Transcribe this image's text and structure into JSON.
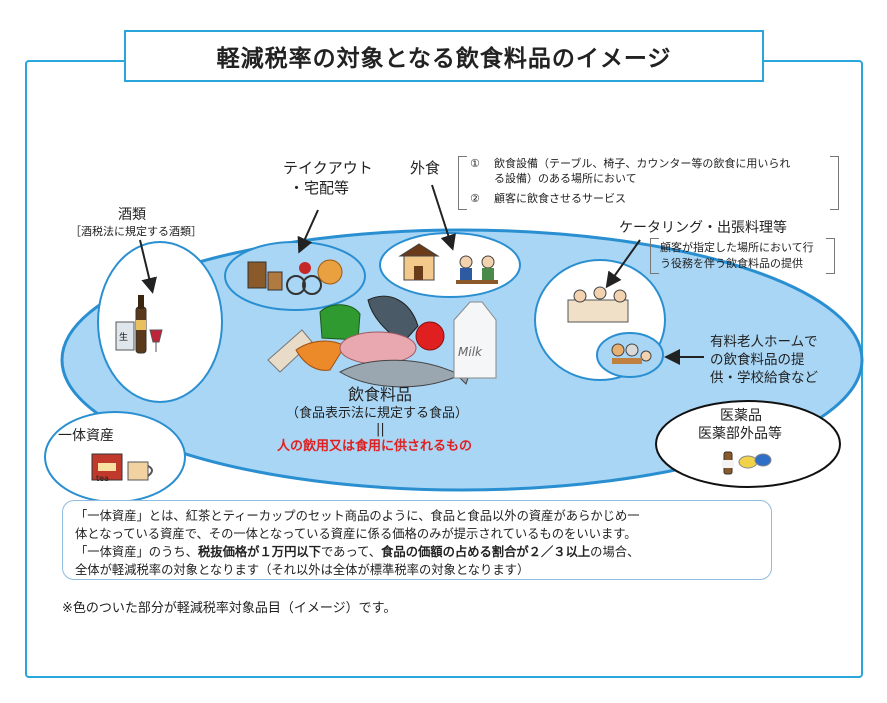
{
  "title": "軽減税率の対象となる飲食料品のイメージ",
  "labels": {
    "alcohol": "酒類",
    "alcohol_note": "［酒税法に規定する酒類］",
    "takeout_1": "テイクアウト",
    "takeout_2": "・宅配等",
    "dining_out": "外食",
    "dining_cond_1_num": "①",
    "dining_cond_1_a": "飲食設備（テーブル、椅子、カウンター等の飲食に用いられ",
    "dining_cond_1_b": "る設備）のある場所において",
    "dining_cond_2_num": "②",
    "dining_cond_2": "顧客に飲食させるサービス",
    "catering": "ケータリング・出張料理等",
    "catering_note_1": "顧客が指定した場所において行",
    "catering_note_2": "う役務を伴う飲食料品の提供",
    "elderly_1": "有料老人ホームで",
    "elderly_2": "の飲食料品の提",
    "elderly_3": "供・学校給食など",
    "food": "飲食料品",
    "food_note": "（食品表示法に規定する食品）",
    "equals": "||",
    "food_def": "人の飲用又は食用に供されるもの",
    "bundle": "一体資産",
    "medicine_1": "医薬品",
    "medicine_2": "医薬部外品等",
    "milk": "Milk",
    "tea": "tea"
  },
  "description": {
    "line1": "「一体資産」とは、紅茶とティーカップのセット商品のように、食品と食品以外の資産があらかじめ一",
    "line2": "体となっている資産で、その一体となっている資産に係る価格のみが提示されているものをいいます。",
    "line3_a": "「一体資産」のうち、",
    "line3_b": "税抜価格が１万円以下",
    "line3_c": "であって、",
    "line3_d": "食品の価額の占める割合が２／３以上",
    "line3_e": "の場合、",
    "line4": "全体が軽減税率の対象となります（それ以外は全体が標準税率の対象となります）"
  },
  "footnote": "※色のついた部分が軽減税率対象品目（イメージ）です。",
  "colors": {
    "frame": "#2aa6da",
    "main_ellipse": "#a9d6f5",
    "main_ellipse_stroke": "#2a8fd0",
    "red": "#e02020"
  }
}
